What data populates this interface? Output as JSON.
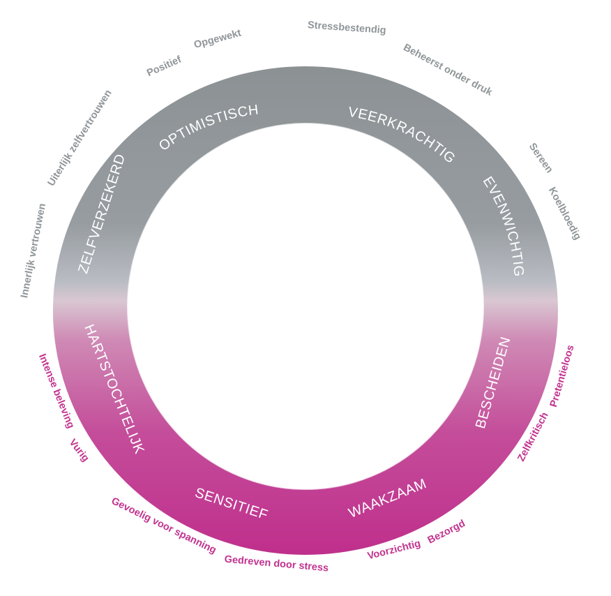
{
  "colors": {
    "gray": "#8f9598",
    "pink": "#c2338f",
    "transition": "#d9c7d2",
    "ring_text": "#ffffff"
  },
  "ring": {
    "segments": [
      {
        "key": "optimistisch",
        "label": "OPTIMISTISCH"
      },
      {
        "key": "veerkrachtig",
        "label": "VEERKRACHTIG"
      },
      {
        "key": "evenwichtig",
        "label": "EVENWICHTIG"
      },
      {
        "key": "bescheiden",
        "label": "BESCHEIDEN"
      },
      {
        "key": "waakzaam",
        "label": "WAAKZAAM"
      },
      {
        "key": "sensitief",
        "label": "SENSITIEF"
      },
      {
        "key": "hartstochtelijk",
        "label": "HARTSTOCHTELIJK"
      },
      {
        "key": "zelfverzekerd",
        "label": "ZELFVERZEKERD"
      }
    ]
  },
  "traits": {
    "positief": "Positief",
    "opgewekt": "Opgewekt",
    "stressbestendig": "Stressbestendig",
    "beheerst": "Beheerst onder druk",
    "sereen": "Sereen",
    "koelbloedig": "Koelbloedig",
    "pretentieloos": "Pretentieloos",
    "zelfkritisch": "Zelfkritisch",
    "bezorgd": "Bezorgd",
    "voorzichtig": "Voorzichtig",
    "gedreven": "Gedreven door stress",
    "gevoelig": "Gevoelig voor spanning",
    "vurig": "Vurig",
    "intense": "Intense beleving",
    "innerlijk": "Innerlijk vertrouwen",
    "uiterlijk": "Uiterlijk zelfvertrouwen"
  }
}
